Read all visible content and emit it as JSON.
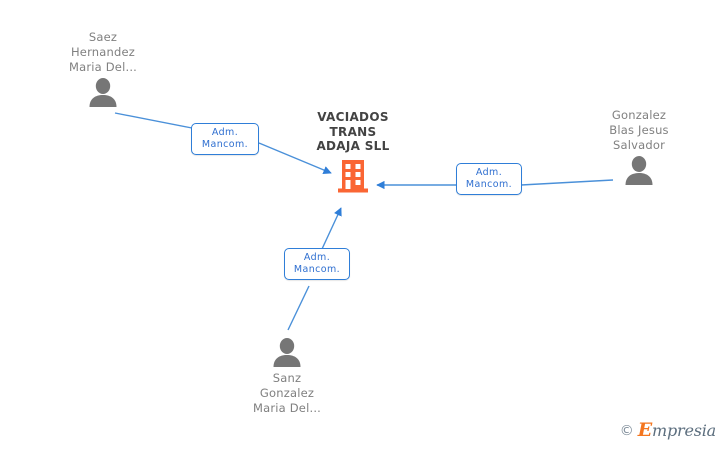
{
  "graph": {
    "title": "VACIADOS TRANS ADAJA SLL",
    "company": {
      "name": "VACIADOS\nTRANS\nADAJA SLL",
      "icon": "building-icon",
      "color": "#fa6634"
    },
    "persons": [
      {
        "id": "saez",
        "name": "Saez\nHernandez\nMaria Del...",
        "icon": "person-icon"
      },
      {
        "id": "gonzalez",
        "name": "Gonzalez\nBlas Jesus\nSalvador",
        "icon": "person-icon"
      },
      {
        "id": "sanz",
        "name": "Sanz\nGonzalez\nMaria Del...",
        "icon": "person-icon"
      }
    ],
    "relations": [
      {
        "id": "rel-saez",
        "label": "Adm.\nMancom."
      },
      {
        "id": "rel-gonzalez",
        "label": "Adm.\nMancom."
      },
      {
        "id": "rel-sanz",
        "label": "Adm.\nMancom."
      }
    ],
    "edge_color": "#4a90d9",
    "person_color": "#767676",
    "label_color": "#2f6fd0"
  },
  "watermark": {
    "copyright": "©",
    "brand_initial": "E",
    "brand_rest": "mpresia"
  }
}
